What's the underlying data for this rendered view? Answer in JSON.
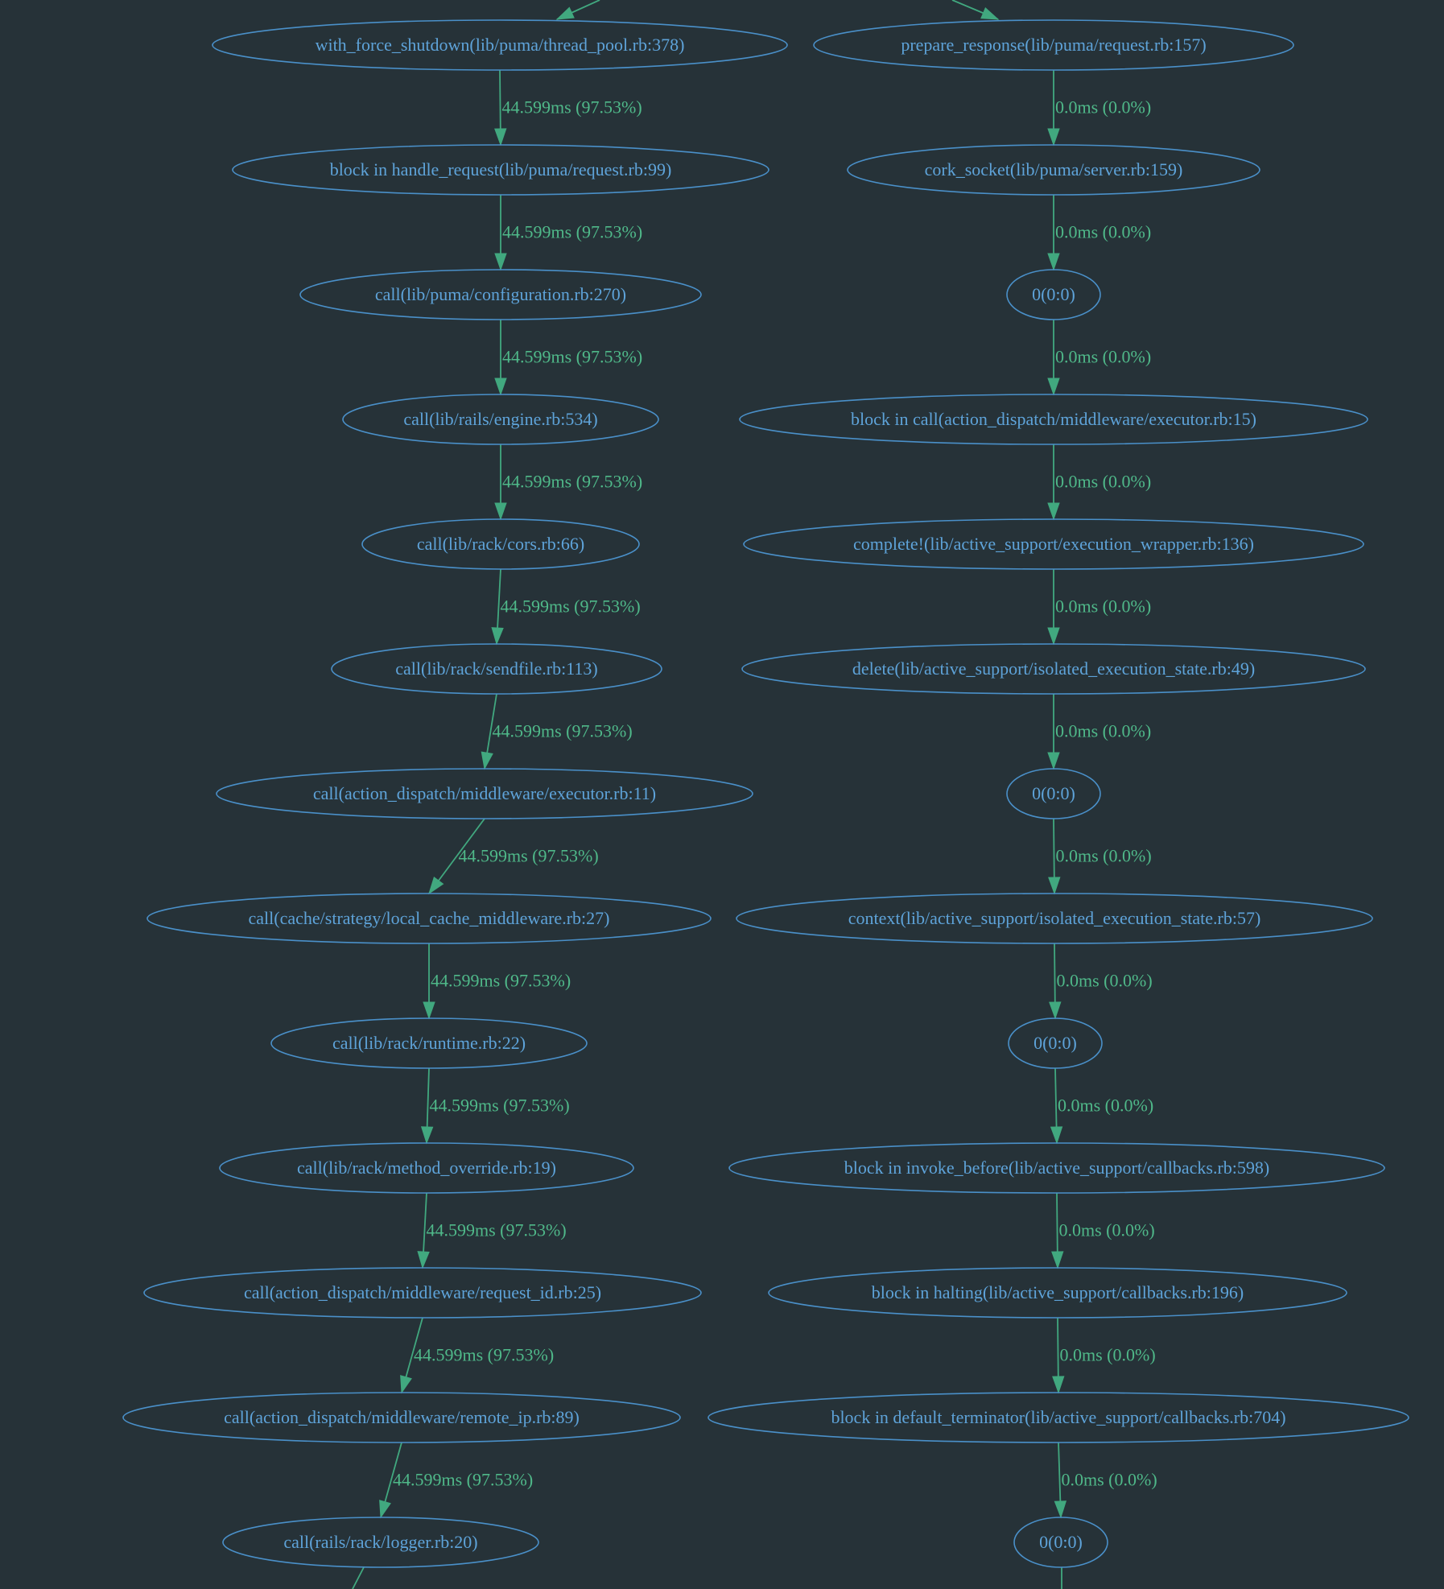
{
  "graph": {
    "background": "#263238",
    "node_color": "#4a90c9",
    "node_text_color": "#5ea3d9",
    "edge_color": "#41a87f",
    "edge_text_color": "#4fb889",
    "nodes": [
      {
        "id": "L1",
        "label": "with_force_shutdown(lib/puma/thread_pool.rb:378)"
      },
      {
        "id": "L2",
        "label": "block in handle_request(lib/puma/request.rb:99)"
      },
      {
        "id": "L3",
        "label": "call(lib/puma/configuration.rb:270)"
      },
      {
        "id": "L4",
        "label": "call(lib/rails/engine.rb:534)"
      },
      {
        "id": "L5",
        "label": "call(lib/rack/cors.rb:66)"
      },
      {
        "id": "L6",
        "label": "call(lib/rack/sendfile.rb:113)"
      },
      {
        "id": "L7",
        "label": "call(action_dispatch/middleware/executor.rb:11)"
      },
      {
        "id": "L8",
        "label": "call(cache/strategy/local_cache_middleware.rb:27)"
      },
      {
        "id": "L9",
        "label": "call(lib/rack/runtime.rb:22)"
      },
      {
        "id": "L10",
        "label": "call(lib/rack/method_override.rb:19)"
      },
      {
        "id": "L11",
        "label": "call(action_dispatch/middleware/request_id.rb:25)"
      },
      {
        "id": "L12",
        "label": "call(action_dispatch/middleware/remote_ip.rb:89)"
      },
      {
        "id": "L13",
        "label": "call(rails/rack/logger.rb:20)"
      },
      {
        "id": "R1",
        "label": "prepare_response(lib/puma/request.rb:157)"
      },
      {
        "id": "R2",
        "label": "cork_socket(lib/puma/server.rb:159)"
      },
      {
        "id": "R3",
        "label": "0(0:0)"
      },
      {
        "id": "R4",
        "label": "block in call(action_dispatch/middleware/executor.rb:15)"
      },
      {
        "id": "R5",
        "label": "complete!(lib/active_support/execution_wrapper.rb:136)"
      },
      {
        "id": "R6",
        "label": "delete(lib/active_support/isolated_execution_state.rb:49)"
      },
      {
        "id": "R7",
        "label": "0(0:0)"
      },
      {
        "id": "R8",
        "label": "context(lib/active_support/isolated_execution_state.rb:57)"
      },
      {
        "id": "R9",
        "label": "0(0:0)"
      },
      {
        "id": "R10",
        "label": "block in invoke_before(lib/active_support/callbacks.rb:598)"
      },
      {
        "id": "R11",
        "label": "block in halting(lib/active_support/callbacks.rb:196)"
      },
      {
        "id": "R12",
        "label": "block in default_terminator(lib/active_support/callbacks.rb:704)"
      },
      {
        "id": "R13",
        "label": "0(0:0)"
      }
    ],
    "edges": [
      {
        "from": "L1",
        "to": "L2",
        "label": "44.599ms (97.53%)"
      },
      {
        "from": "L2",
        "to": "L3",
        "label": "44.599ms (97.53%)"
      },
      {
        "from": "L3",
        "to": "L4",
        "label": "44.599ms (97.53%)"
      },
      {
        "from": "L4",
        "to": "L5",
        "label": "44.599ms (97.53%)"
      },
      {
        "from": "L5",
        "to": "L6",
        "label": "44.599ms (97.53%)"
      },
      {
        "from": "L6",
        "to": "L7",
        "label": "44.599ms (97.53%)"
      },
      {
        "from": "L7",
        "to": "L8",
        "label": "44.599ms (97.53%)"
      },
      {
        "from": "L8",
        "to": "L9",
        "label": "44.599ms (97.53%)"
      },
      {
        "from": "L9",
        "to": "L10",
        "label": "44.599ms (97.53%)"
      },
      {
        "from": "L10",
        "to": "L11",
        "label": "44.599ms (97.53%)"
      },
      {
        "from": "L11",
        "to": "L12",
        "label": "44.599ms (97.53%)"
      },
      {
        "from": "L12",
        "to": "L13",
        "label": "44.599ms (97.53%)"
      },
      {
        "from": "R1",
        "to": "R2",
        "label": "0.0ms (0.0%)"
      },
      {
        "from": "R2",
        "to": "R3",
        "label": "0.0ms (0.0%)"
      },
      {
        "from": "R3",
        "to": "R4",
        "label": "0.0ms (0.0%)"
      },
      {
        "from": "R4",
        "to": "R5",
        "label": "0.0ms (0.0%)"
      },
      {
        "from": "R5",
        "to": "R6",
        "label": "0.0ms (0.0%)"
      },
      {
        "from": "R6",
        "to": "R7",
        "label": "0.0ms (0.0%)"
      },
      {
        "from": "R7",
        "to": "R8",
        "label": "0.0ms (0.0%)"
      },
      {
        "from": "R8",
        "to": "R9",
        "label": "0.0ms (0.0%)"
      },
      {
        "from": "R9",
        "to": "R10",
        "label": "0.0ms (0.0%)"
      },
      {
        "from": "R10",
        "to": "R11",
        "label": "0.0ms (0.0%)"
      },
      {
        "from": "R11",
        "to": "R12",
        "label": "0.0ms (0.0%)"
      },
      {
        "from": "R12",
        "to": "R13",
        "label": "0.0ms (0.0%)"
      }
    ]
  }
}
